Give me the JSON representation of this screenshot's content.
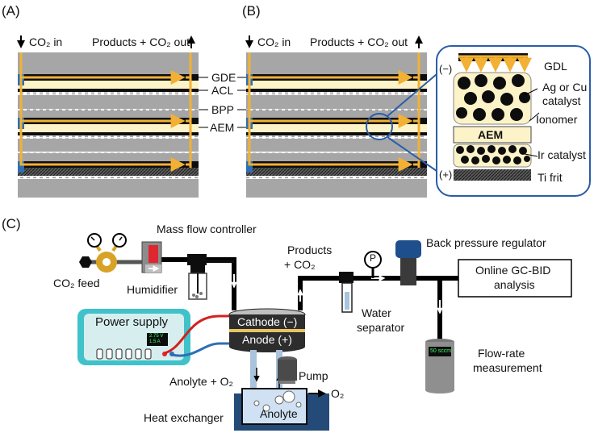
{
  "panels": {
    "a": "(A)",
    "b": "(B)",
    "c": "(C)"
  },
  "cell_io": {
    "co2_in": "CO₂ in",
    "products_out": "Products + CO₂ out"
  },
  "layers": {
    "gde": "GDE",
    "acl": "ACL",
    "bpp": "BPP",
    "aem": "AEM"
  },
  "zoom": {
    "minus": "(−)",
    "gdl": "GDL",
    "catalyst_line1": "Ag or Cu",
    "catalyst_line2": "catalyst",
    "ionomer": "Ionomer",
    "aem": "AEM",
    "ir_catalyst": "Ir catalyst",
    "plus": "(+)",
    "ti_frit": "Ti frit"
  },
  "setup": {
    "mass_flow_controller": "Mass flow controller",
    "co2_feed": "CO₂ feed",
    "humidifier": "Humidifier",
    "products_line1": "Products",
    "products_line2": "+ CO₂",
    "back_pressure_regulator": "Back pressure regulator",
    "gauge_p": "P",
    "online_gc_line1": "Online GC-BID",
    "online_gc_line2": "analysis",
    "power_supply": "Power supply",
    "ps_display_v": "2.75 V",
    "ps_display_a": "1.5 A",
    "cathode": "Cathode (−)",
    "anode": "Anode (+)",
    "water_line1": "Water",
    "water_line2": "separator",
    "flow_display": "50 sccm",
    "flow_line1": "Flow-rate",
    "flow_line2": "measurement",
    "anolyte_o2": "Anolyte + O₂",
    "pump": "Pump",
    "o2": "O₂",
    "anolyte": "Anolyte",
    "heat_exchanger": "Heat exchanger"
  },
  "colors": {
    "flow_arrow": "#f2b134",
    "bpp_gray": "#a6a6a6",
    "gde_black": "#0d0d0d",
    "acl_cream": "#fdf3c8",
    "zoom_border": "#2a5da8",
    "ps_teal": "#3fc2c9",
    "cathode_wire": "#d42020",
    "anode_wire": "#2e6fb3",
    "mfc_red": "#e0262f",
    "bpr_blue": "#1f4e8c",
    "heat_blue": "#244a78",
    "co2_valve": "#d8a226"
  }
}
